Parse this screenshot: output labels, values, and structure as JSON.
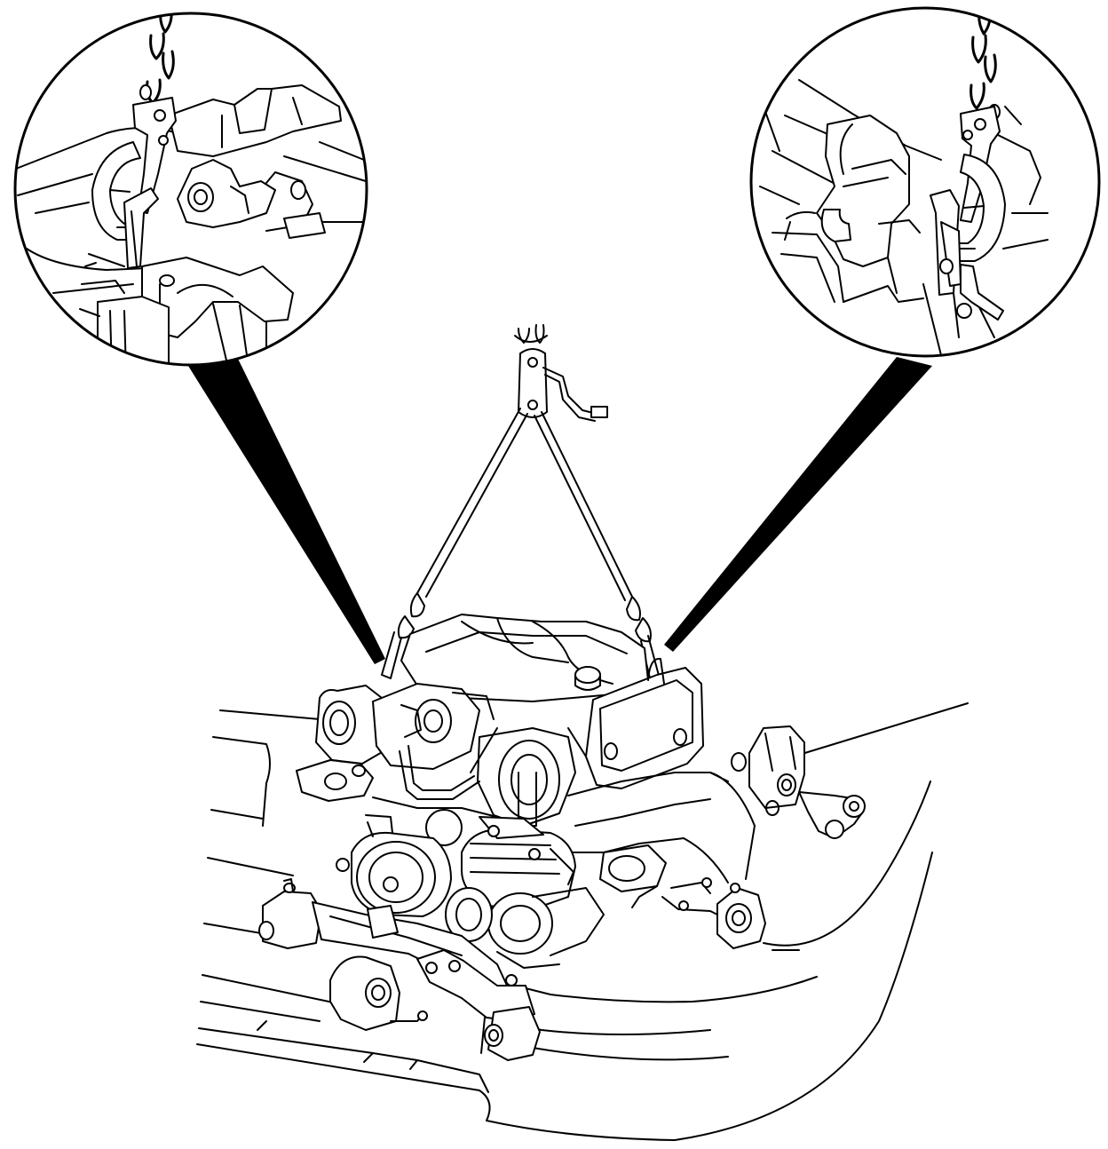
{
  "diagram": {
    "kind": "technical-line-illustration",
    "subject": "engine-assembly-lifted-by-chain-hoist",
    "line_color": "#000000",
    "background_color": "#ffffff",
    "detail_callouts": [
      "left-hook-attachment-detail",
      "right-hook-attachment-detail"
    ]
  }
}
